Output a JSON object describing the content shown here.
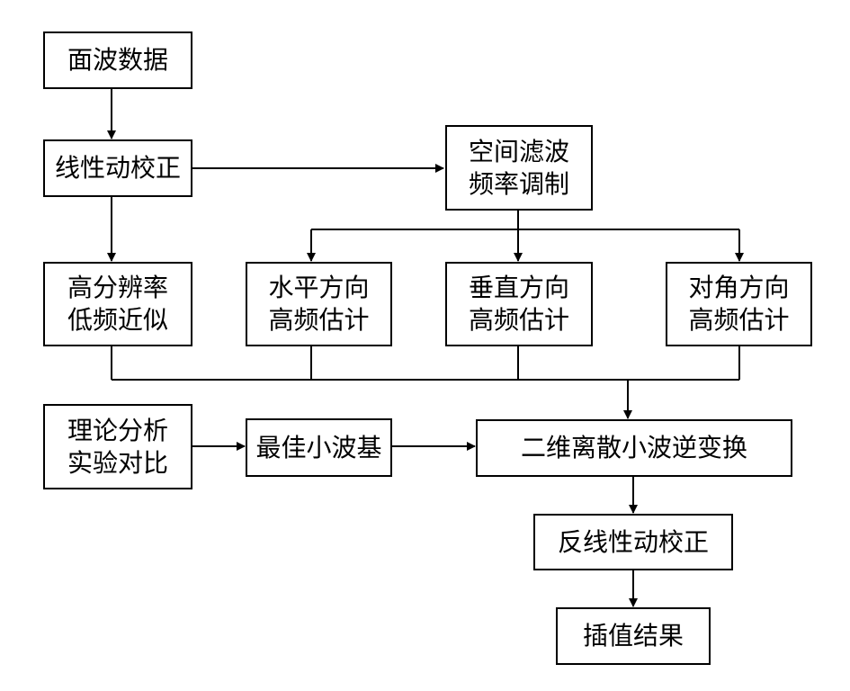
{
  "nodes": {
    "surface_wave_data": {
      "lines": [
        "面波数据"
      ]
    },
    "linear_nmo": {
      "lines": [
        "线性动校正"
      ]
    },
    "spatial_filter_modulation": {
      "lines": [
        "空间滤波",
        "频率调制"
      ]
    },
    "low_freq_approx": {
      "lines": [
        "高分辨率",
        "低频近似"
      ]
    },
    "horizontal_estimate": {
      "lines": [
        "水平方向",
        "高频估计"
      ]
    },
    "vertical_estimate": {
      "lines": [
        "垂直方向",
        "高频估计"
      ]
    },
    "diagonal_estimate": {
      "lines": [
        "对角方向",
        "高频估计"
      ]
    },
    "theory_experiment": {
      "lines": [
        "理论分析",
        "实验对比"
      ]
    },
    "best_wavelet_basis": {
      "lines": [
        "最佳小波基"
      ]
    },
    "inverse_2d_dwt": {
      "lines": [
        "二维离散小波逆变换"
      ]
    },
    "inverse_linear_nmo": {
      "lines": [
        "反线性动校正"
      ]
    },
    "interpolation_result": {
      "lines": [
        "插值结果"
      ]
    }
  },
  "colors": {
    "stroke": "#000000",
    "background": "#ffffff"
  }
}
